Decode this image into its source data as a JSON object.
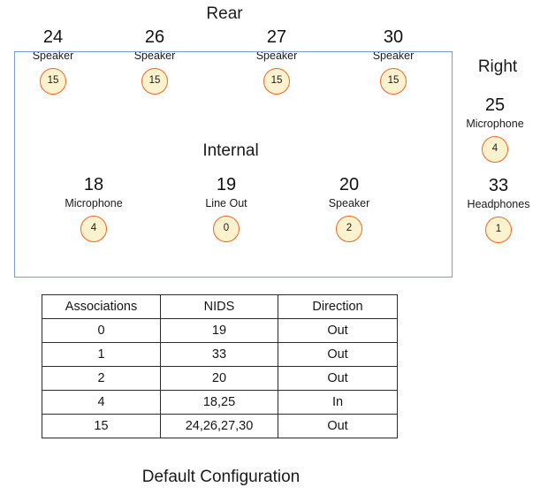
{
  "figure": {
    "caption": "Default Configuration"
  },
  "colors": {
    "bubble_fill": "#fdf2ce",
    "bubble_stroke": "#f0651e",
    "box_stroke": "#7d9bc8",
    "text": "#1a1a1a",
    "table_border": "#2b2b2b"
  },
  "codec_box": {
    "groups": [
      {
        "name": "rear",
        "heading": "Rear",
        "ports": [
          {
            "id": "24",
            "label": "Speaker",
            "association": "15"
          },
          {
            "id": "26",
            "label": "Speaker",
            "association": "15"
          },
          {
            "id": "27",
            "label": "Speaker",
            "association": "15"
          },
          {
            "id": "30",
            "label": "Speaker",
            "association": "15"
          }
        ]
      },
      {
        "name": "internal",
        "heading": "Internal",
        "ports": [
          {
            "id": "18",
            "label": "Microphone",
            "association": "4"
          },
          {
            "id": "19",
            "label": "Line Out",
            "association": "0"
          },
          {
            "id": "20",
            "label": "Speaker",
            "association": "2"
          }
        ]
      }
    ]
  },
  "right_group": {
    "name": "right",
    "heading": "Right",
    "ports": [
      {
        "id": "25",
        "label": "Microphone",
        "association": "4"
      },
      {
        "id": "33",
        "label": "Headphones",
        "association": "1"
      }
    ]
  },
  "table": {
    "headers": [
      "Associations",
      "NIDS",
      "Direction"
    ],
    "rows": [
      [
        "0",
        "19",
        "Out"
      ],
      [
        "1",
        "33",
        "Out"
      ],
      [
        "2",
        "20",
        "Out"
      ],
      [
        "4",
        "18,25",
        "In"
      ],
      [
        "15",
        "24,26,27,30",
        "Out"
      ]
    ]
  }
}
